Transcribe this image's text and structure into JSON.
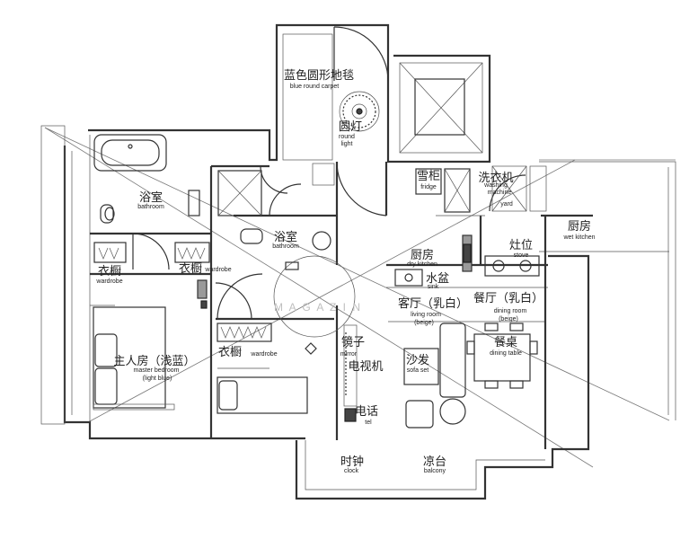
{
  "labels": {
    "carpet_cn": "蓝色圆形地毯",
    "carpet_en": "blue round carpet",
    "round_light_cn": "圆灯",
    "round_light_en1": "round",
    "round_light_en2": "light",
    "fridge_cn": "雪柜",
    "fridge_en": "fridge",
    "washer_cn": "洗衣机",
    "washer_en1": "washing",
    "washer_en2": "machine",
    "yard_en": "yard",
    "wet_kitchen_cn": "厨房",
    "wet_kitchen_en": "wet kitchen",
    "bath1_cn": "浴室",
    "bath1_en": "bathroom",
    "bath2_cn": "浴室",
    "bath2_en": "bathroom",
    "dry_kitchen_cn": "厨房",
    "dry_kitchen_en": "dry kitchen",
    "stove_cn": "灶位",
    "stove_en": "stove",
    "sink_cn": "水盆",
    "sink_en": "sink",
    "wardrobe1_cn": "衣橱",
    "wardrobe1_en": "wardrobe",
    "wardrobe2_cn": "衣橱",
    "wardrobe2_en": "wardrobe",
    "wardrobe3_cn": "衣橱",
    "wardrobe3_en": "wardrobe",
    "living_cn": "客厅（乳白）",
    "living_en1": "living room",
    "living_en2": "(beige)",
    "dining_cn": "餐厅（乳白）",
    "dining_en1": "dining room",
    "dining_en2": "(beige)",
    "dining_table_cn": "餐桌",
    "dining_table_en": "dining table",
    "master_cn": "主人房（浅蓝）",
    "master_en1": "master bedroom",
    "master_en2": "(light blue)",
    "mirror_cn": "镜子",
    "mirror_en": "mirror",
    "tv_cn": "电视机",
    "sofa_cn": "沙发",
    "sofa_en": "sofa set",
    "tel_cn": "电话",
    "tel_en": "tel",
    "clock_cn": "时钟",
    "clock_en": "clock",
    "balcony_cn": "凉台",
    "balcony_en": "balcony",
    "watermark": "M    A    G    A    Z    I    N"
  }
}
